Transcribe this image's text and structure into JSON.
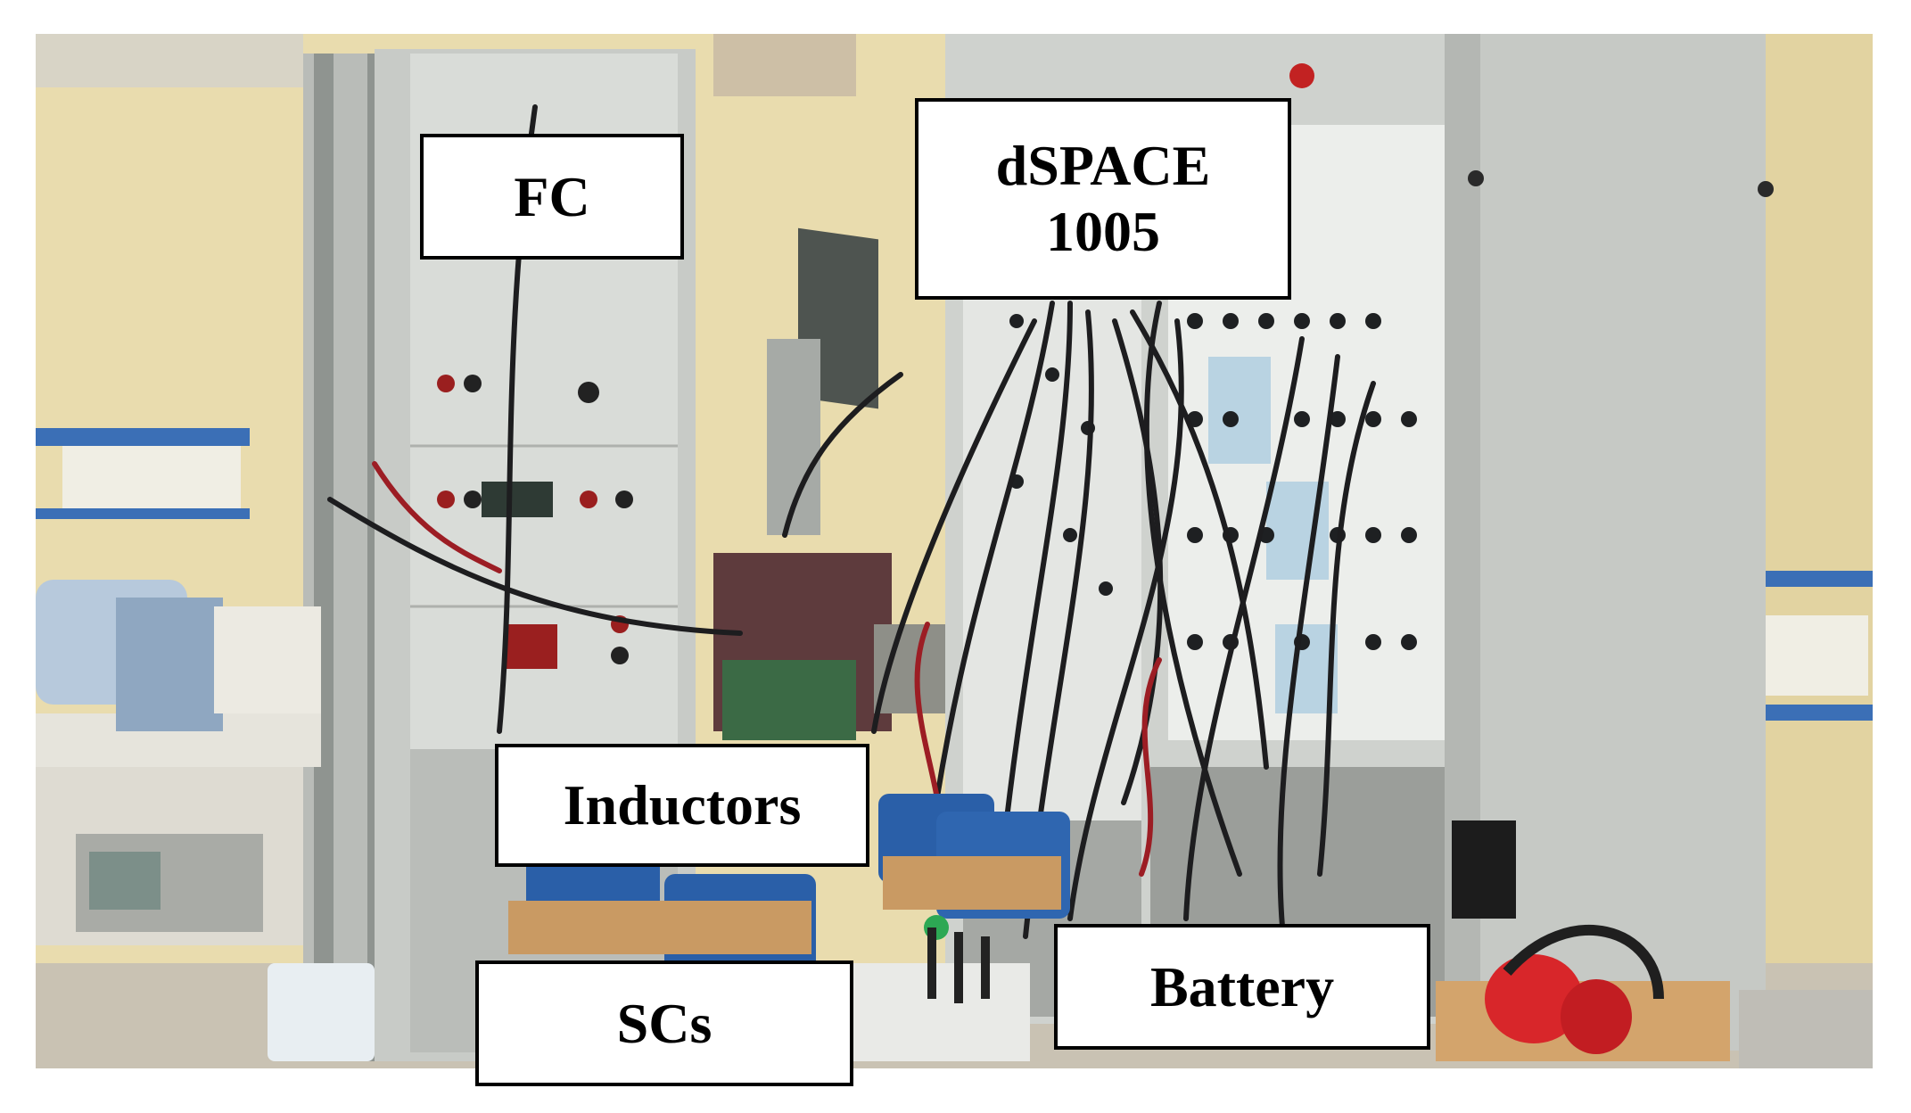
{
  "labels": {
    "fc": "FC",
    "dspace_line1": "dSPACE",
    "dspace_line2": "1005",
    "inductors": "Inductors",
    "scs": "SCs",
    "battery": "Battery"
  },
  "colors": {
    "wall": "#e9dcae",
    "rack_panel": "#d9dcd8",
    "cabinet": "#cfd2ce",
    "floor": "#c9c2b3",
    "inductor_blue": "#2a5fa8",
    "headphones_red": "#d8262a",
    "wall_strip_blue": "#3b6fb6"
  }
}
